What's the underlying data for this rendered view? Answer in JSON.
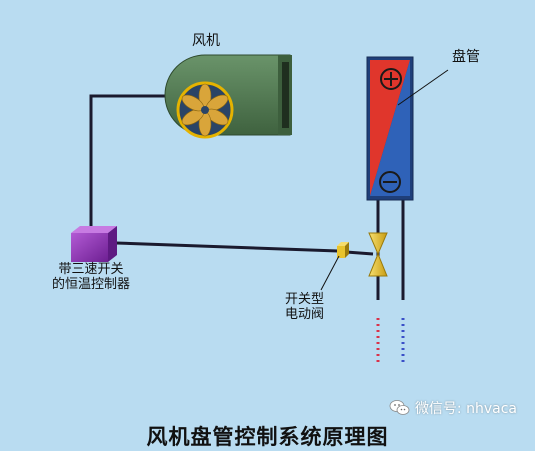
{
  "labels": {
    "fan": "风机",
    "coil": "盘管",
    "thermostat_line1": "带三速开关",
    "thermostat_line2": "的恒温控制器",
    "valve_line1": "开关型",
    "valve_line2": "电动阀"
  },
  "title": "风机盘管控制系统原理图",
  "watermark": "微信号: nhvaca",
  "icons": {
    "plus": "plus-symbol",
    "minus": "minus-symbol",
    "wechat": "wechat-icon"
  },
  "colors": {
    "background": "#b9dcf1",
    "fan_housing": "#4f7a4f",
    "coil_hot": "#e0362c",
    "coil_cold": "#2f62b8",
    "thermostat": "#8a2fb0",
    "valve": "#e8c32c",
    "wire": "#1a1a2e"
  }
}
